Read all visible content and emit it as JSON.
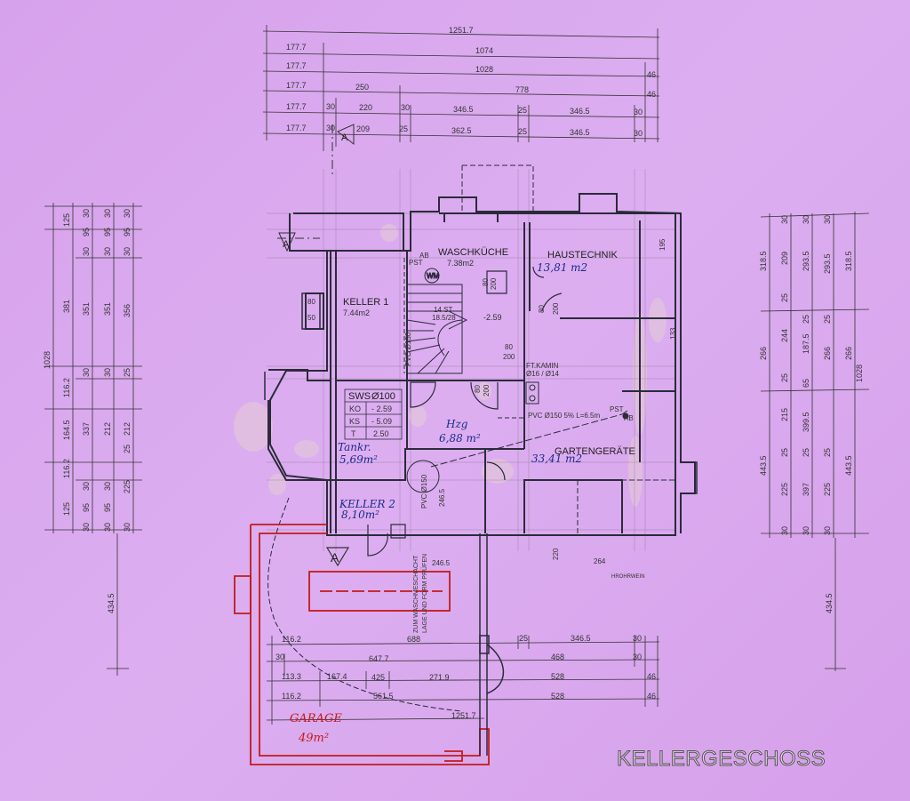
{
  "title": "KELLERGESCHOSS",
  "colors": {
    "background": "#d9a6ee",
    "ink": "#2b2b3a",
    "red_ink": "#c41a1a",
    "blue_ink": "#1a2c8a"
  },
  "top_dims": {
    "row1": [
      "1251.7"
    ],
    "row2": [
      "177.7",
      "1074"
    ],
    "row3": [
      "177.7",
      "1028",
      "46"
    ],
    "row4": [
      "177.7",
      "250",
      "778",
      "46"
    ],
    "row5": [
      "177.7",
      "30",
      "220",
      "30",
      "346.5",
      "25",
      "346.5",
      "30"
    ],
    "row6": [
      "177.7",
      "30",
      "209",
      "25",
      "362.5",
      "25",
      "346.5",
      "30"
    ]
  },
  "bottom_dims": {
    "row1": [
      "116.2",
      "688",
      "25",
      "346.5",
      "30"
    ],
    "row2": [
      "30",
      "647.7",
      "468",
      "30"
    ],
    "row3": [
      "113.3",
      "167.4",
      "425",
      "271.9",
      "528",
      "46"
    ],
    "row4": [
      "116.2",
      "561.5",
      "528",
      "46"
    ],
    "row5": [
      "1251.7"
    ]
  },
  "left_dims": {
    "total": "1028",
    "side": "434.5",
    "col_a": [
      "125",
      "381",
      "116.2",
      "164.5",
      "116.2",
      "125"
    ],
    "col_b": [
      "30",
      "95",
      "30",
      "351",
      "30",
      "337",
      "30",
      "95",
      "30"
    ],
    "col_c": [
      "30",
      "95",
      "30",
      "351",
      "30",
      "212",
      "30",
      "95",
      "30"
    ],
    "col_d": [
      "30",
      "95",
      "30",
      "356",
      "25",
      "212",
      "25",
      "225",
      "30"
    ]
  },
  "right_dims": {
    "total": "1028",
    "side": "434.5",
    "col_a": [
      "318.5",
      "266",
      "443.5"
    ],
    "col_b": [
      "30",
      "209",
      "25",
      "244",
      "25",
      "215",
      "25",
      "225",
      "30"
    ],
    "col_c": [
      "30",
      "293.5",
      "25",
      "187.5",
      "65",
      "399.5",
      "25",
      "397",
      "30"
    ],
    "col_d": [
      "30",
      "293.5",
      "25",
      "266",
      "25",
      "225",
      "30"
    ],
    "col_e": [
      "318.5",
      "266",
      "443.5"
    ]
  },
  "rooms": {
    "waschkueche": {
      "name": "WASCHKÜCHE",
      "area": "7.38m2"
    },
    "haustechnik": {
      "name": "HAUSTECHNIK",
      "area": "13,81 m2"
    },
    "keller1": {
      "name": "KELLER 1",
      "area": "7.44m2"
    },
    "hzg": {
      "name": "Hzg",
      "area": "6,88 m²"
    },
    "gartengeraete": {
      "name": "GARTENGERÄTE",
      "area": "33,41 m2"
    },
    "tankr": {
      "name": "Tankr.",
      "area": "5,69m²"
    },
    "keller2": {
      "name": "KELLER 2",
      "area": "8,10m²"
    },
    "garage": {
      "name": "GARAGE",
      "area": "49m²"
    }
  },
  "sws_table": [
    {
      "label": "SWS",
      "value": "Ø100"
    },
    {
      "label": "KO",
      "value": "- 2.59"
    },
    {
      "label": "KS",
      "value": "- 5.09"
    },
    {
      "label": "T",
      "value": "2.50"
    }
  ],
  "labels": {
    "stair": "14 ST",
    "stair_dims": "18.5/28",
    "level": "-2.59",
    "pst1": "PST",
    "ab1": "AB",
    "wm": "WM",
    "ft_kamin": "FT.KAMIN",
    "ft_kamin_size": "Ø16 / Ø14",
    "pvc": "PVC Ø150  5% L=6.5m",
    "pst2": "PST",
    "ab2": "AB",
    "pvc_vert": "PVC Ø150",
    "pvc_left": "PVC Ø150",
    "door_80_200_a": "80",
    "door_80_200_b": "200",
    "door_80_200_c": "80",
    "door_80_200_d": "200",
    "door_80_200_e": "80",
    "door_80_200_f": "200",
    "door_80_200_g": "80",
    "door_80_200_h": "200",
    "win_80_50_a": "80",
    "win_80_50_b": "50",
    "dim_195": "195",
    "dim_133": "133",
    "dim_2465": "246.5",
    "dim_2465b": "246.5",
    "dim_220": "220",
    "dim_264": "264",
    "hrohr": "HROHRWEIN",
    "schacht": "ZUM WASCHMESCHACHT",
    "schacht2": "LAGE UND FORM PRÜFEN",
    "section_a": "A"
  }
}
